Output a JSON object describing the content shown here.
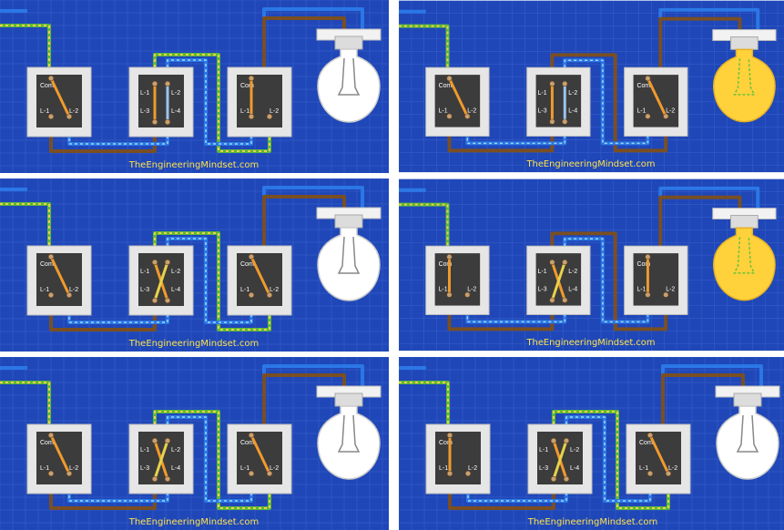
{
  "brand": "TheEngineeringMindset.com",
  "switch_labels": {
    "com": "Com",
    "l1": "L-1",
    "l2": "L-2",
    "l3": "L-3",
    "l4": "L-4"
  },
  "colors": {
    "background": "#1f47b8",
    "grid": "#3a62cc",
    "live": "#7a4f22",
    "neutral": "#2b77e6",
    "earth_green": "#5cb83a",
    "earth_yellow": "#e8d24a",
    "switch_active": "#f19a2c",
    "brand_text": "#ffe24a",
    "lamp_on": "#ffd23c"
  },
  "panels": [
    {
      "id": "top-left",
      "lamp_on": false,
      "intermediate": "straight",
      "sw1": "l2",
      "sw3": "l1"
    },
    {
      "id": "top-right",
      "lamp_on": true,
      "intermediate": "straight",
      "sw1": "l2",
      "sw3": "l2"
    },
    {
      "id": "middle-left",
      "lamp_on": false,
      "intermediate": "crossed",
      "sw1": "l2",
      "sw3": "l2"
    },
    {
      "id": "middle-right",
      "lamp_on": true,
      "intermediate": "crossed",
      "sw1": "l1",
      "sw3": "l1"
    },
    {
      "id": "bottom-left",
      "lamp_on": false,
      "intermediate": "crossed",
      "sw1": "l2",
      "sw3": "l2"
    },
    {
      "id": "bottom-right",
      "lamp_on": false,
      "intermediate": "crossed",
      "sw1": "l1",
      "sw3": "l2"
    }
  ]
}
